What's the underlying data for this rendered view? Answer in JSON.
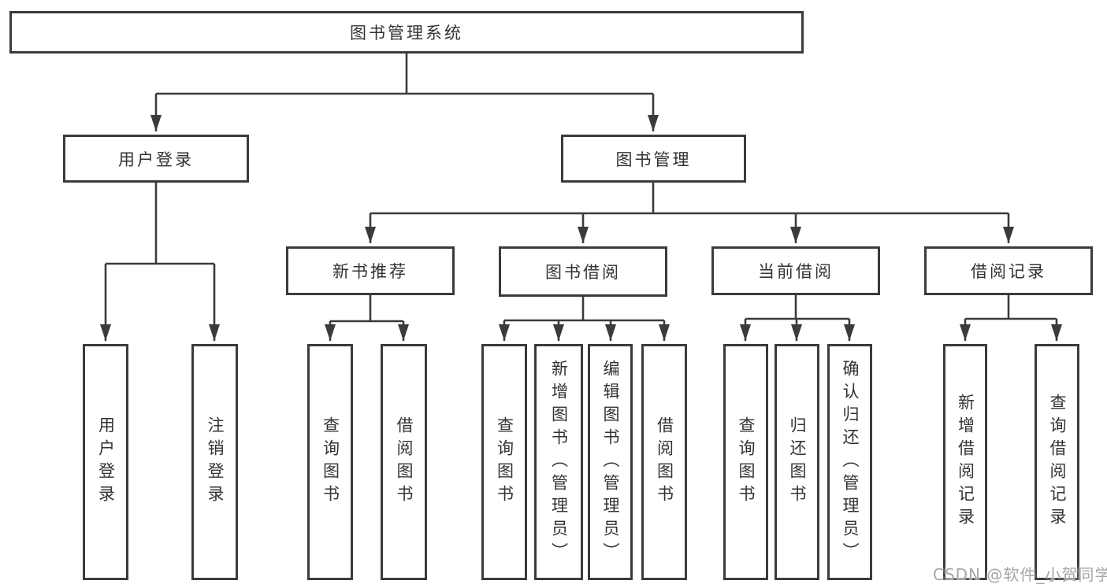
{
  "diagram": {
    "type": "hierarchy-tree",
    "nodes": {
      "root": "图书管理系统",
      "user_login": "用户登录",
      "book_mgmt": "图书管理",
      "new_book": "新书推荐",
      "book_borrow": "图书借阅",
      "current_borrow": "当前借阅",
      "borrow_record": "借阅记录",
      "leaf_user_login": "用户登录",
      "leaf_logout": "注销登录",
      "leaf_nb_query": "查询图书",
      "leaf_nb_borrow": "借阅图书",
      "leaf_bb_query": "查询图书",
      "leaf_bb_add": "新增图书（管理员）",
      "leaf_bb_edit": "编辑图书（管理员）",
      "leaf_bb_borrow": "借阅图书",
      "leaf_cb_query": "查询图书",
      "leaf_cb_return": "归还图书",
      "leaf_cb_confirm": "确认归还（管理员）",
      "leaf_br_add": "新增借阅记录",
      "leaf_br_query": "查询借阅记录"
    },
    "hierarchy": {
      "图书管理系统": {
        "用户登录": [
          "用户登录",
          "注销登录"
        ],
        "图书管理": {
          "新书推荐": [
            "查询图书",
            "借阅图书"
          ],
          "图书借阅": [
            "查询图书",
            "新增图书（管理员）",
            "编辑图书（管理员）",
            "借阅图书"
          ],
          "当前借阅": [
            "查询图书",
            "归还图书",
            "确认归还（管理员）"
          ],
          "借阅记录": [
            "新增借阅记录",
            "查询借阅记录"
          ]
        }
      }
    },
    "watermark": "CSDN @软件_小贺同学",
    "colors": {
      "line": "#3b3b3b",
      "box_border": "#3b3b3b",
      "text": "#333333",
      "watermark": "#a6a6a6",
      "background": "#ffffff"
    }
  }
}
